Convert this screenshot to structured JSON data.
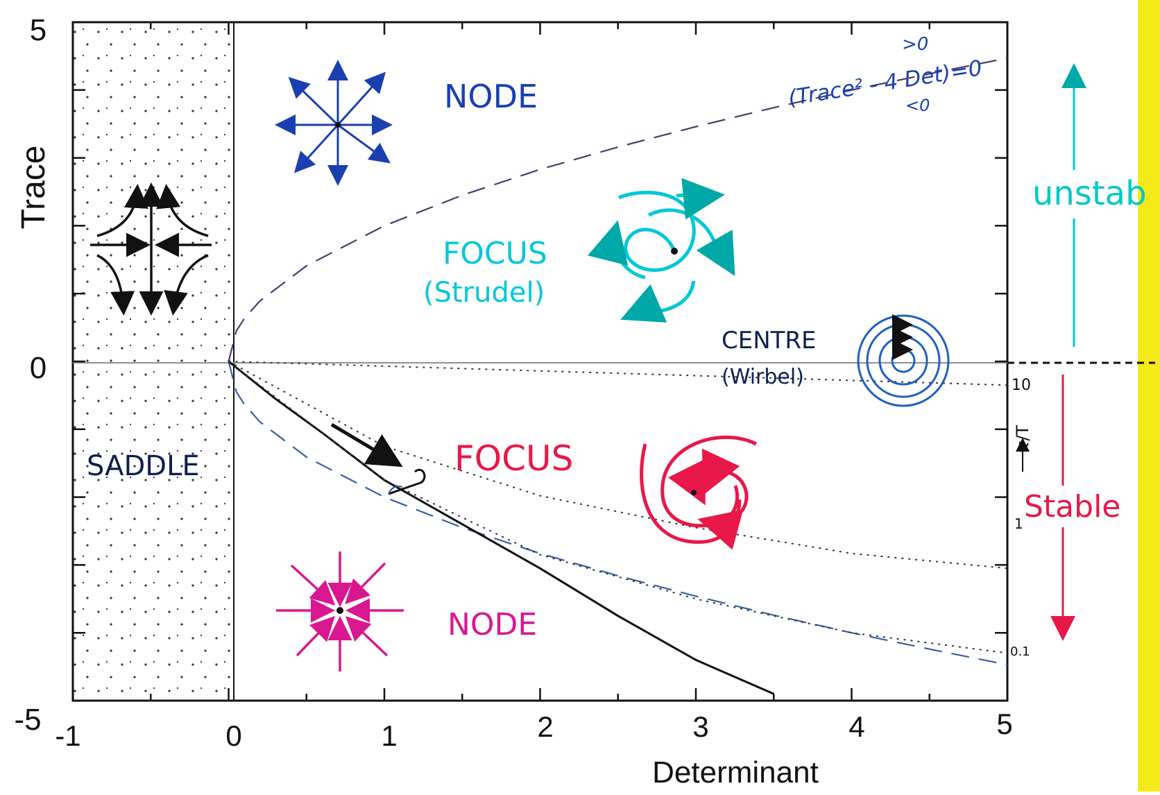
{
  "chart_data": {
    "type": "line",
    "xlabel": "Determinant",
    "ylabel": "Trace",
    "xlim": [
      -1,
      5
    ],
    "ylim": [
      -5,
      5
    ],
    "x_ticks": [
      "-1",
      "0",
      "1",
      "2",
      "3",
      "4",
      "5"
    ],
    "y_ticks": [
      "5",
      "0",
      "-5"
    ],
    "grid": false,
    "series": [
      {
        "style": "dashed",
        "equation": "Trace² - 4 Det = 0",
        "x": [
          0,
          0.05,
          0.1,
          0.2,
          0.5,
          1,
          1.5,
          2,
          2.5,
          3,
          3.5,
          4,
          4.5,
          5
        ],
        "y": [
          0,
          0.45,
          0.63,
          0.89,
          1.41,
          2.0,
          2.45,
          2.83,
          3.16,
          3.46,
          3.74,
          4.0,
          4.24,
          4.47
        ]
      },
      {
        "style": "dashed",
        "color": "#3a5fa0",
        "x": [
          0,
          0.05,
          0.1,
          0.2,
          0.5,
          1,
          1.5,
          2,
          2.5,
          3,
          3.5,
          4,
          4.5,
          5
        ],
        "y": [
          0,
          -0.45,
          -0.63,
          -0.89,
          -1.41,
          -2.0,
          -2.45,
          -2.83,
          -3.16,
          -3.46,
          -3.74,
          -4.0,
          -4.24,
          -4.47
        ]
      },
      {
        "style": "solid",
        "x": [
          0,
          0.3,
          0.6,
          1.0,
          1.5,
          2.0,
          2.5,
          3.0,
          3.5
        ],
        "y": [
          0,
          -0.55,
          -1.05,
          -1.75,
          -2.4,
          -3.05,
          -3.75,
          -4.4,
          -4.9
        ]
      },
      {
        "style": "dotted",
        "x": [
          0,
          1,
          2,
          3,
          4,
          5
        ],
        "y": [
          0,
          -0.07,
          -0.14,
          -0.21,
          -0.28,
          -0.35
        ]
      },
      {
        "style": "dotted",
        "x": [
          0,
          1,
          2,
          3,
          4,
          5
        ],
        "y": [
          0,
          -1.25,
          -1.98,
          -2.45,
          -2.83,
          -3.05
        ]
      },
      {
        "style": "dotted",
        "x": [
          0,
          1,
          2,
          3,
          4,
          5
        ],
        "y": [
          0,
          -1.75,
          -2.85,
          -3.5,
          -4.0,
          -4.3
        ]
      }
    ],
    "annotations": {
      "equation_top": ">0",
      "equation": "(Trace² - 4 Det)=0",
      "equation_bottom": "<0",
      "node_top": "NODE",
      "focus_top": "FOCUS",
      "focus_top_sub": "(Strudel)",
      "centre": "CENTRE",
      "centre_sub": "(Wirbel)",
      "saddle": "SADDLE",
      "focus_bottom": "FOCUS",
      "node_bottom": "NODE",
      "unstable": "unstab",
      "stable": "Stable",
      "tau_label": "τ/T",
      "tau_10": "10",
      "tau_1": "1",
      "tau_01": "0.1"
    },
    "colors": {
      "node_top": "#1a3fb0",
      "focus_top": "#00c8d8",
      "centre": "#1f5fc0",
      "focus_bottom": "#e81848",
      "node_bottom": "#d81890",
      "unstable": "#00c8c8",
      "stable": "#e81848",
      "saddle_fill": "#ffffff",
      "strip": "#f4ea1a"
    }
  }
}
